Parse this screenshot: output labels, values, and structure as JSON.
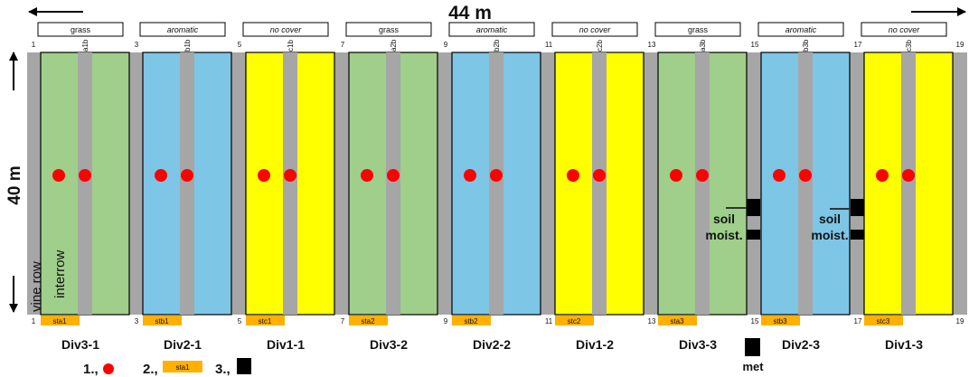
{
  "dimensions": {
    "width_label": "44 m",
    "height_label": "40 m"
  },
  "colors": {
    "grass": "#9fcf8a",
    "aromatic": "#7dc6e6",
    "no_cover": "#ffff00",
    "vine_row": "#a6a6a6",
    "sampling_point": "#ff0000",
    "station": "#ffb000",
    "sensor": "#000000"
  },
  "plots": [
    {
      "name": "Div3-1",
      "treatment": "grass",
      "code": "a1b",
      "station": "sta1",
      "color": "#9fcf8a"
    },
    {
      "name": "Div2-1",
      "treatment": "aromatic",
      "code": "b1b",
      "station": "stb1",
      "color": "#7dc6e6"
    },
    {
      "name": "Div1-1",
      "treatment": "no cover",
      "code": "c1b",
      "station": "stc1",
      "color": "#ffff00"
    },
    {
      "name": "Div3-2",
      "treatment": "grass",
      "code": "a2b",
      "station": "sta2",
      "color": "#9fcf8a"
    },
    {
      "name": "Div2-2",
      "treatment": "aromatic",
      "code": "b2b",
      "station": "stb2",
      "color": "#7dc6e6"
    },
    {
      "name": "Div1-2",
      "treatment": "no cover",
      "code": "c2b",
      "station": "stc2",
      "color": "#ffff00"
    },
    {
      "name": "Div3-3",
      "treatment": "grass",
      "code": "a3b",
      "station": "sta3",
      "color": "#9fcf8a"
    },
    {
      "name": "Div2-3",
      "treatment": "aromatic",
      "code": "b3b",
      "station": "stb3",
      "color": "#7dc6e6"
    },
    {
      "name": "Div1-3",
      "treatment": "no cover",
      "code": "c3b",
      "station": "stc3",
      "color": "#ffff00"
    }
  ],
  "row_numbers": [
    "1",
    "3",
    "5",
    "7",
    "9",
    "11",
    "13",
    "15",
    "17",
    "19"
  ],
  "labels": {
    "vine_row": "vine row",
    "interrow": "interrow",
    "soil_moist": [
      "soil",
      "moist."
    ],
    "met": "met"
  },
  "legend": {
    "item1": "1.,",
    "item2": "2.,",
    "item2_sample": "sta1",
    "item3": "3.,"
  }
}
